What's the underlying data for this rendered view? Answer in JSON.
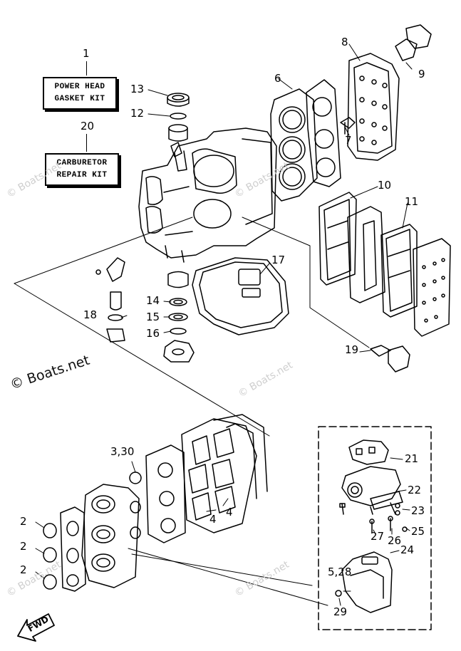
{
  "kits": {
    "power_head": {
      "number": "1",
      "line1": "POWER HEAD",
      "line2": "GASKET KIT"
    },
    "carburetor": {
      "number": "20",
      "line1": "CARBURETOR",
      "line2": "REPAIR KIT"
    }
  },
  "callouts": {
    "c2a": "2",
    "c2b": "2",
    "c2c": "2",
    "c330": "3,30",
    "c4a": "4",
    "c4b": "4",
    "c528": "5,28",
    "c6": "6",
    "c7": "7",
    "c8": "8",
    "c9": "9",
    "c10": "10",
    "c11": "11",
    "c12": "12",
    "c13": "13",
    "c14": "14",
    "c15": "15",
    "c16": "16",
    "c17": "17",
    "c18": "18",
    "c19": "19",
    "c21": "21",
    "c22": "22",
    "c23": "23",
    "c24": "24",
    "c25": "25",
    "c26": "26",
    "c27": "27",
    "c29": "29"
  },
  "watermarks": {
    "main": "© Boats.net",
    "faint": "© Boats.net"
  },
  "direction_badge": "FWD",
  "icons": {
    "fwd_arrow": "fwd-arrow-icon"
  }
}
